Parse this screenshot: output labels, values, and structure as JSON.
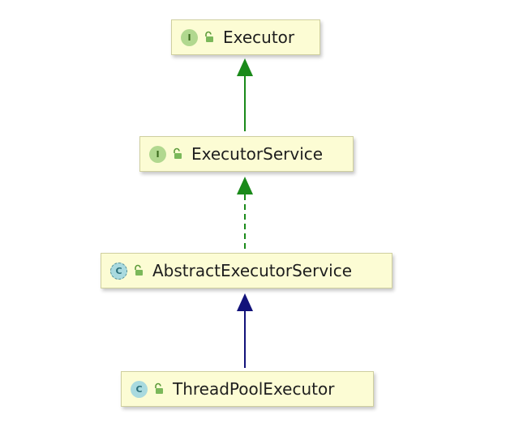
{
  "nodes": [
    {
      "id": "executor",
      "kind": "interface",
      "badge": "I",
      "icon": "unlocked-padlock-icon",
      "label": "Executor"
    },
    {
      "id": "executor-service",
      "kind": "interface",
      "badge": "I",
      "icon": "unlocked-padlock-icon",
      "label": "ExecutorService"
    },
    {
      "id": "abstract-executor-service",
      "kind": "abstract-class",
      "badge": "C",
      "icon": "unlocked-padlock-icon",
      "label": "AbstractExecutorService"
    },
    {
      "id": "thread-pool-executor",
      "kind": "class",
      "badge": "C",
      "icon": "unlocked-padlock-icon",
      "label": "ThreadPoolExecutor"
    }
  ],
  "edges": [
    {
      "from": "executor-service",
      "to": "executor",
      "relation": "extends",
      "style": "solid",
      "color": "#1a8a1a"
    },
    {
      "from": "abstract-executor-service",
      "to": "executor-service",
      "relation": "implements",
      "style": "dashed",
      "color": "#1a8a1a"
    },
    {
      "from": "thread-pool-executor",
      "to": "abstract-executor-service",
      "relation": "extends",
      "style": "solid",
      "color": "#12127a"
    }
  ],
  "colors": {
    "node_fill": "#fcfcd4",
    "interface_badge": "#b1d88f",
    "class_badge": "#a9dadf",
    "inheritance_arrow": "#1a8a1a",
    "class_extends_arrow": "#12127a"
  }
}
